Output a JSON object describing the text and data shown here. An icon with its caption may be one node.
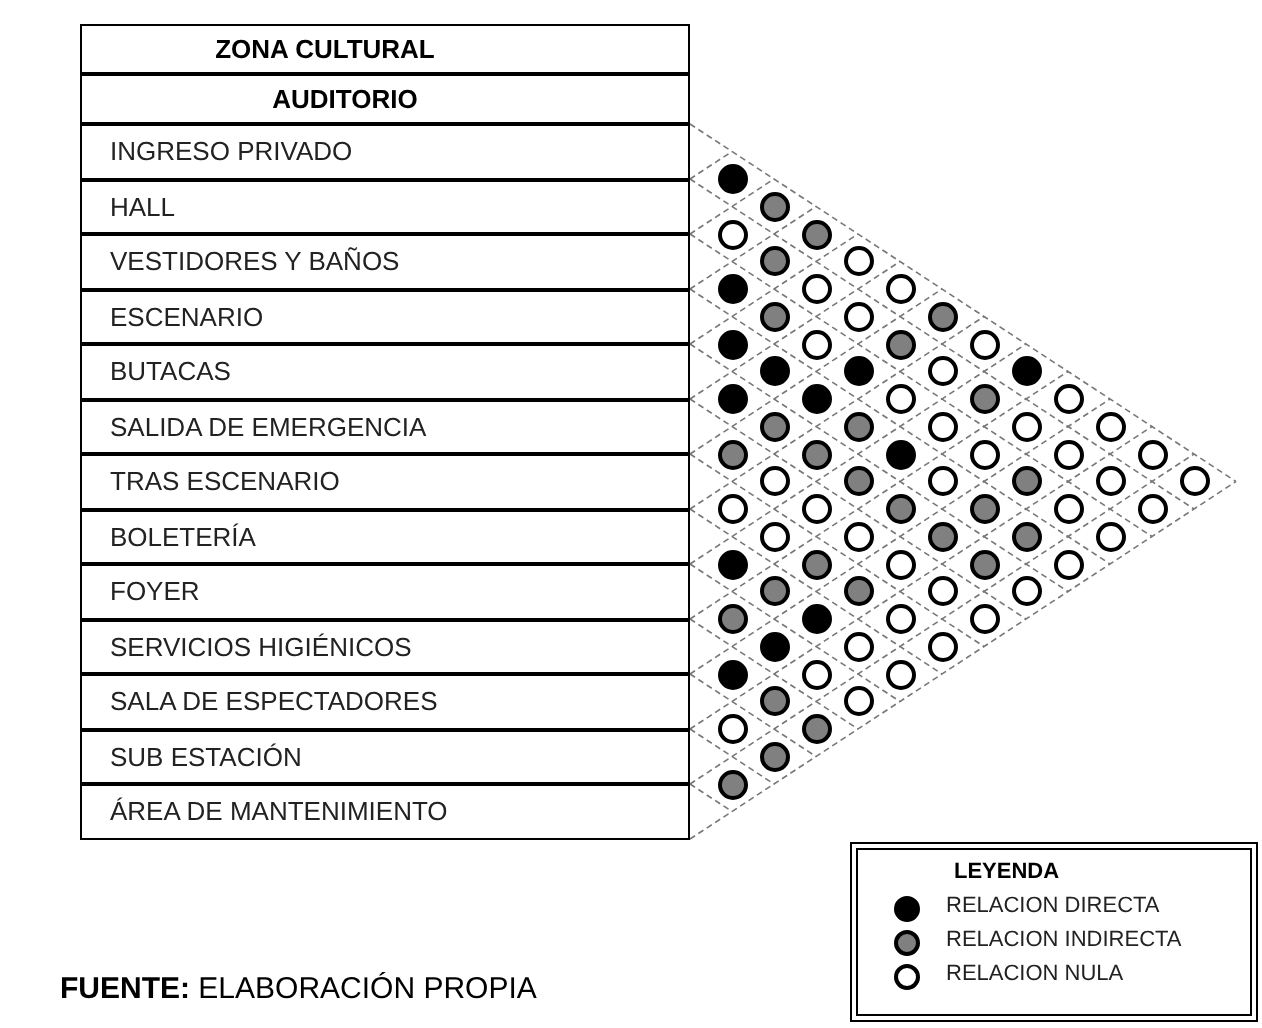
{
  "diagram": {
    "caption": "**FUENTE:** ELABORACIÓN PROPIA",
    "nodes": [
      {
        "text": [],
        "shape": "circle"
      },
      {
        "text": [],
        "shape": "circle"
      },
      {
        "text": [],
        "shape": "circle"
      },
      {
        "text": [],
        "shape": "circle"
      },
      {
        "text": [],
        "shape": "circle"
      },
      {
        "text": [],
        "shape": "circle"
      },
      {
        "text": [],
        "shape": "circle"
      },
      {
        "text": [],
        "shape": "circle"
      },
      {
        "text": [],
        "shape": "circle"
      },
      {
        "text": [],
        "shape": "circle"
      },
      {
        "text": [],
        "shape": "circle"
      },
      {
        "text": [],
        "shape": "circle"
      },
      {
        "text": [],
        "shape": "circle"
      },
      {
        "text": [],
        "shape": "circle"
      },
      {
        "text": [],
        "shape": "circle"
      },
      {
        "text": [],
        "shape": "circle"
      },
      {
        "text": [],
        "shape": "circle"
      },
      {
        "text": [],
        "shape": "circle"
      },
      {
        "text": [],
        "shape": "circle"
      },
      {
        "text": [],
        "shape": "circle"
      },
      {
        "text": [],
        "shape": "circle"
      },
      {
        "text": [],
        "shape": "circle"
      },
      {
        "text": [],
        "shape": "circle"
      },
      {
        "text": [],
        "shape": "circle"
      },
      {
        "text": [],
        "shape": "circle"
      },
      {
        "text": [],
        "shape": "circle"
      },
      {
        "text": [],
        "shape": "circle"
      },
      {
        "text": [],
        "shape": "circle"
      },
      {
        "text": [],
        "shape": "circle"
      },
      {
        "text": [],
        "shape": "circle"
      },
      {
        "text": [],
        "shape": "circle"
      },
      {
        "text": [],
        "shape": "circle"
      },
      {
        "text": [],
        "shape": "circle"
      },
      {
        "text": [],
        "shape": "circle"
      },
      {
        "text": [],
        "shape": "circle"
      },
      {
        "text": [],
        "shape": "circle"
      },
      {
        "text": [],
        "shape": "circle"
      },
      {
        "text": [],
        "shape": "circle"
      },
      {
        "text": [],
        "shape": "circle"
      },
      {
        "text": [],
        "shape": "circle"
      },
      {
        "text": [],
        "shape": "circle"
      },
      {
        "text": [],
        "shape": "circle"
      },
      {
        "text": [],
        "shape": "circle"
      },
      {
        "text": [],
        "shape": "circle"
      },
      {
        "text": [],
        "shape": "circle"
      },
      {
        "text": [],
        "shape": "circle"
      },
      {
        "text": [],
        "shape": "circle"
      },
      {
        "text": [],
        "shape": "circle"
      },
      {
        "text": [],
        "shape": "circle"
      },
      {
        "text": [],
        "shape": "circle"
      },
      {
        "text": [],
        "shape": "circle"
      },
      {
        "text": [],
        "shape": "circle"
      },
      {
        "text": [],
        "shape": "circle"
      },
      {
        "text": [],
        "shape": "circle"
      },
      {
        "text": [],
        "shape": "circle"
      },
      {
        "text": [],
        "shape": "circle"
      },
      {
        "text": [],
        "shape": "circle"
      },
      {
        "text": [],
        "shape": "circle"
      },
      {
        "text": [],
        "shape": "circle"
      },
      {
        "text": [],
        "shape": "circle"
      },
      {
        "text": [],
        "shape": "circle"
      },
      {
        "text": [],
        "shape": "circle"
      },
      {
        "text": [],
        "shape": "circle"
      },
      {
        "text": [],
        "shape": "circle"
      },
      {
        "text": [],
        "shape": "circle"
      },
      {
        "text": [],
        "shape": "circle"
      },
      {
        "text": [],
        "shape": "circle"
      },
      {
        "text": [],
        "shape": "circle"
      },
      {
        "text": [],
        "shape": "circle"
      },
      {
        "text": [],
        "shape": "circle"
      },
      {
        "text": [],
        "shape": "circle"
      },
      {
        "text": [],
        "shape": "circle"
      },
      {
        "text": [],
        "shape": "circle"
      },
      {
        "text": [],
        "shape": "circle"
      },
      {
        "text": [],
        "shape": "circle"
      },
      {
        "text": [],
        "shape": "circle"
      },
      {
        "text": [],
        "shape": "circle"
      },
      {
        "text": [],
        "shape": "circle"
      }
    ],
    "labels": [
      "ZONA CULTURAL",
      "AUDITORIO",
      "INGRESO PRIVADO",
      "HALL",
      "VESTIDORES Y BAÑOS",
      "ESCENARIO",
      "BUTACAS",
      "SALIDA DE EMERGENCIA",
      "TRAS ESCENARIO",
      "BOLETERÍA",
      "FOYER",
      "SERVICIOS HIGIÉNICOS",
      "SALA DE ESPECTADORES",
      "SUB ESTACIÓN",
      "ÁREA DE MANTENIMIENTO",
      "LEYENDA"
    ],
    "legend": [
      {
        "text": "RELACION DIRECTA",
        "color": "#000000"
      },
      {
        "text": "RELACION INDIRECTA",
        "color": "#808080"
      },
      {
        "text": "RELACION NULA",
        "color": "#ffffff"
      }
    ]
  }
}
